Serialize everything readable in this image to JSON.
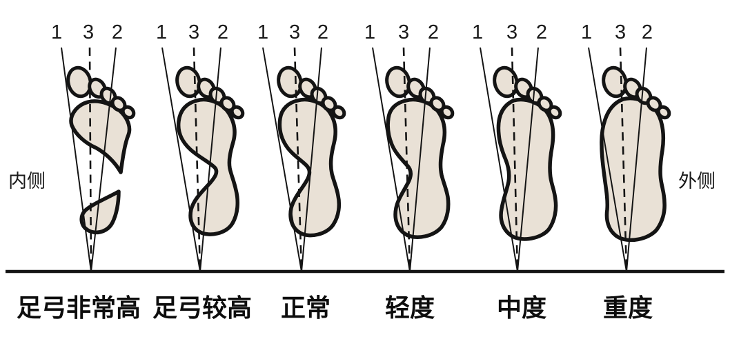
{
  "diagram": {
    "side_labels": {
      "left": "内侧",
      "right": "外侧"
    },
    "line_labels": {
      "l1": "1",
      "l3": "3",
      "l2": "2"
    },
    "feet": [
      {
        "label": "足弓非常高"
      },
      {
        "label": "足弓较高"
      },
      {
        "label": "正常"
      },
      {
        "label": "轻度"
      },
      {
        "label": "中度"
      },
      {
        "label": "重度"
      }
    ],
    "colors": {
      "footprint_fill": "#e9e1d6",
      "ink": "#141414",
      "background": "#ffffff"
    }
  }
}
